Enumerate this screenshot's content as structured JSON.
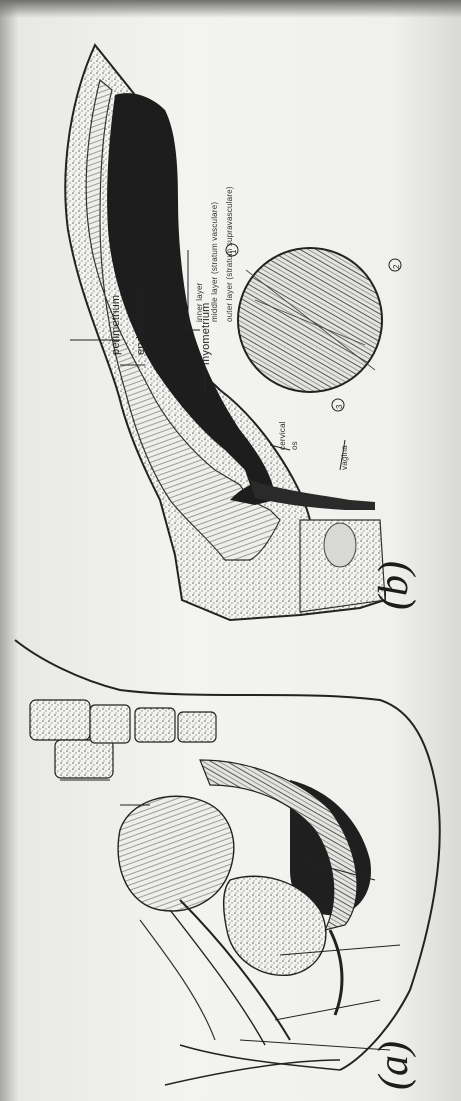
{
  "panel_a": {
    "letter": "(a)"
  },
  "panel_b": {
    "letter": "(b)",
    "labels": {
      "perimetrium": "perimetrium",
      "endometrium": "endometrium",
      "myometrium": "myometrium",
      "cervical": "cervical",
      "cervical_cont": "os",
      "vagina": "vagina"
    },
    "layers": [
      "inner layer",
      "middle layer (stratum vasculare)",
      "outer layer (stratum supravasculare)"
    ],
    "circle_markers": [
      "1",
      "2",
      "3"
    ]
  }
}
